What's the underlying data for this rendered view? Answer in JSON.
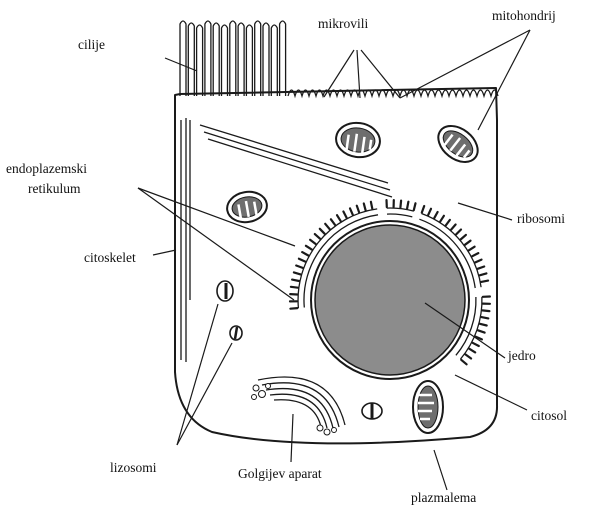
{
  "diagram": {
    "labels": {
      "cilia": "cilije",
      "microvilli": "mikrovili",
      "mitochondria": "mitohondrij",
      "er_line1": "endoplazemski",
      "er_line2": "retikulum",
      "ribosomes": "ribosomi",
      "cytoskeleton": "citoskelet",
      "nucleus": "jedro",
      "cytosol": "citosol",
      "lysosomes": "lizosomi",
      "golgi": "Golgijev aparat",
      "plasma_membrane": "plazmalema"
    },
    "colors": {
      "nucleus_fill": "#8c8c8c",
      "organelle_fill": "#6e6e6e",
      "outline": "#1a1a1a"
    }
  }
}
